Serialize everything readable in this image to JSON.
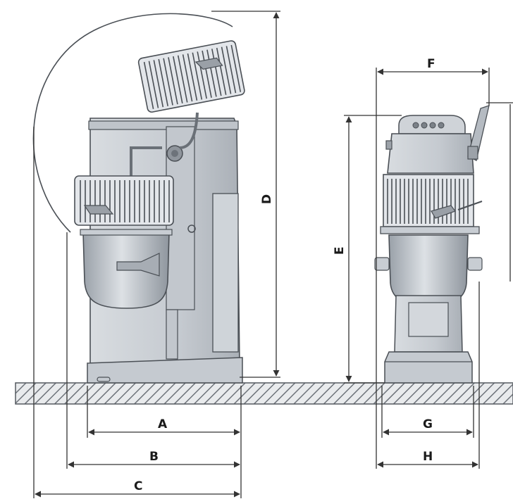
{
  "diagram": {
    "brand_text": "",
    "dimensions": {
      "A": "A",
      "B": "B",
      "C": "C",
      "D": "D",
      "E": "E",
      "F": "F",
      "G": "G",
      "H": "H"
    },
    "colors": {
      "body": "#c9ced4",
      "body_dark": "#a9afb6",
      "outline": "#4a4f55",
      "bowl": "#b9c0c7",
      "guard": "#dfe3e7",
      "floor": "#8d9298",
      "dim_line": "#333333"
    }
  }
}
